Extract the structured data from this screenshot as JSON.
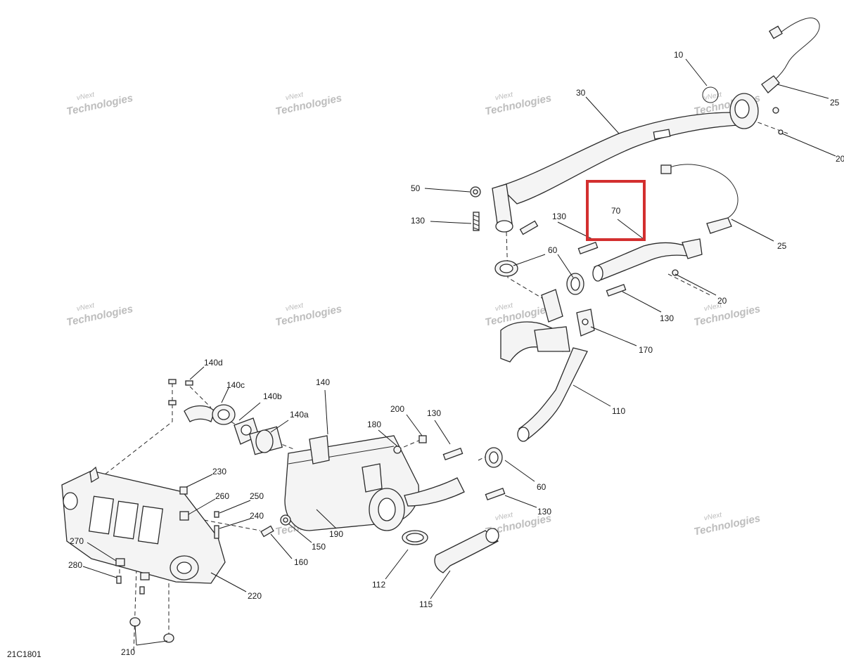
{
  "drawing_id": "21C1801",
  "watermark": {
    "line1": "vNext",
    "line2": "Technologies"
  },
  "highlighted_part": "70",
  "callouts": {
    "c10": "10",
    "c20a": "20",
    "c20b": "20",
    "c25a": "25",
    "c25b": "25",
    "c30": "30",
    "c50": "50",
    "c60a": "60",
    "c60b": "60",
    "c70": "70",
    "c110": "110",
    "c112": "112",
    "c115": "115",
    "c130a": "130",
    "c130b": "130",
    "c130c": "130",
    "c130d": "130",
    "c130e": "130",
    "c140": "140",
    "c140a": "140a",
    "c140b": "140b",
    "c140c": "140c",
    "c140d": "140d",
    "c150": "150",
    "c160": "160",
    "c170": "170",
    "c180": "180",
    "c190": "190",
    "c200": "200",
    "c210": "210",
    "c220": "220",
    "c230": "230",
    "c240": "240",
    "c250": "250",
    "c260": "260",
    "c270": "270",
    "c280": "280"
  },
  "colors": {
    "highlight": "#d32f2f",
    "line": "#2a2a2a",
    "watermark": "#bdbdbd"
  }
}
